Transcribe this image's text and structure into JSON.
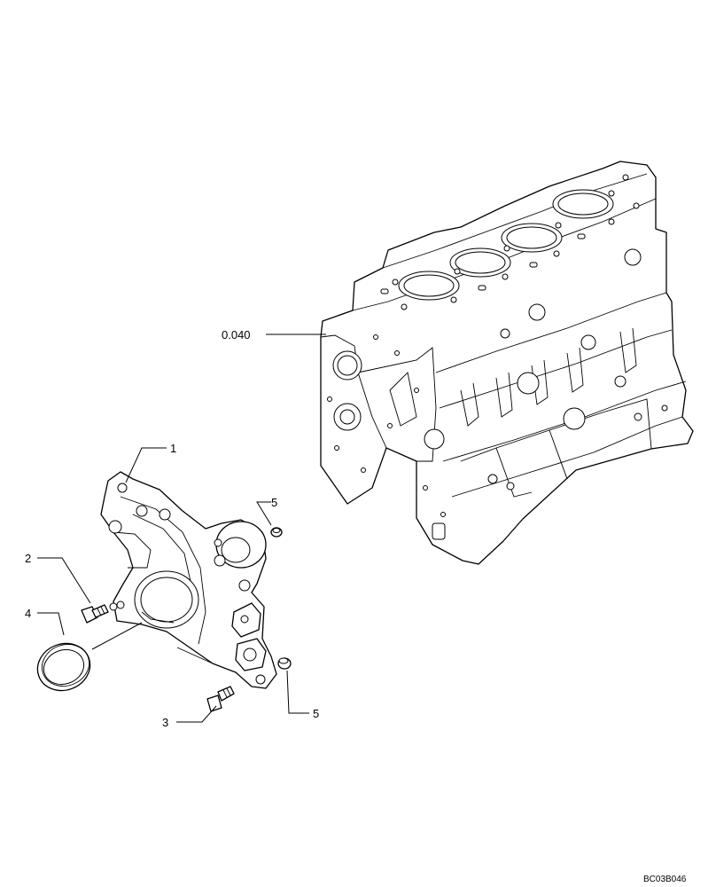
{
  "callouts": {
    "engine_block": "0.040",
    "item_1": "1",
    "item_2": "2",
    "item_3": "3",
    "item_4": "4",
    "item_5_upper": "5",
    "item_5_lower": "5"
  },
  "drawing_ref": "BC03B046"
}
